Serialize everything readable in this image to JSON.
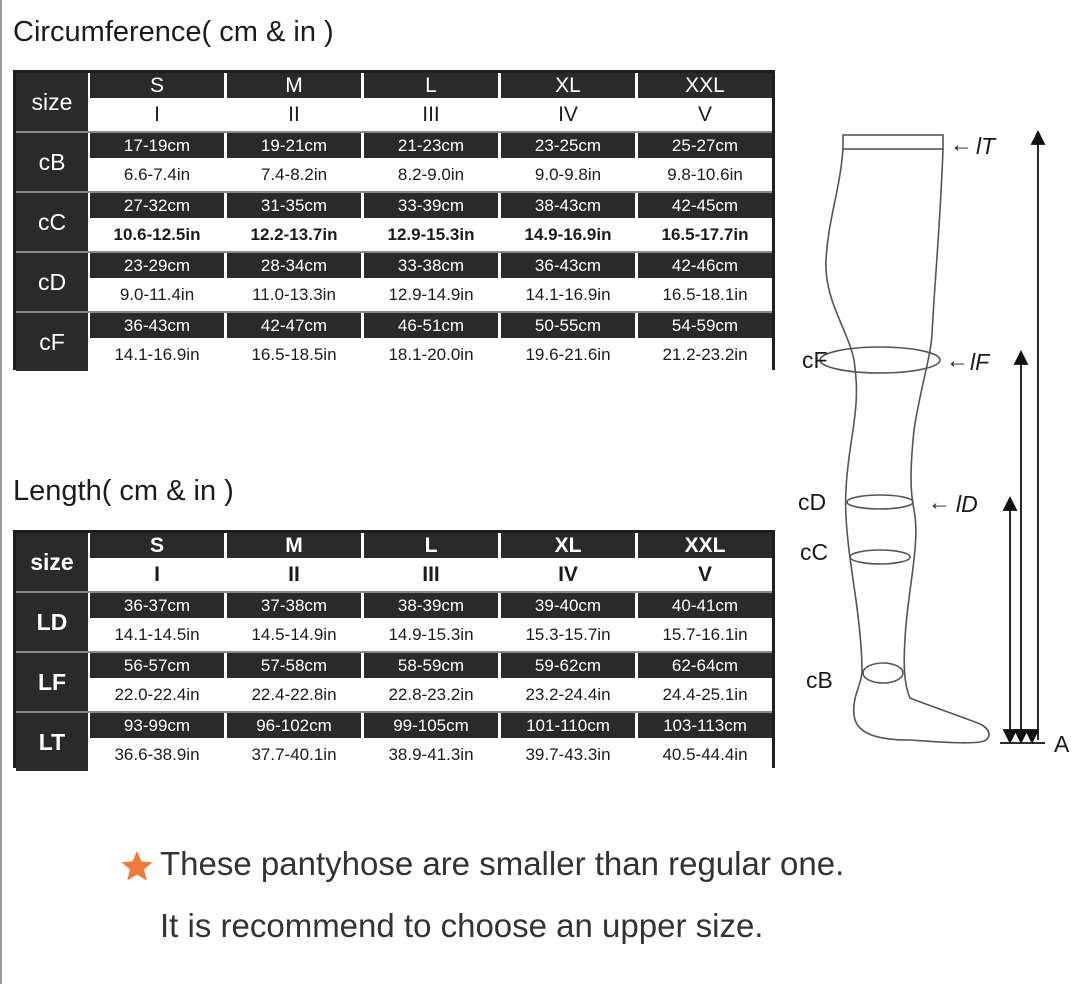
{
  "circumference": {
    "title": "Circumference( cm & in )",
    "size_label": "size",
    "sizes": [
      "S",
      "M",
      "L",
      "XL",
      "XXL"
    ],
    "roman": [
      "I",
      "II",
      "III",
      "IV",
      "V"
    ],
    "rows": [
      {
        "label": "cB",
        "cm": [
          "17-19cm",
          "19-21cm",
          "21-23cm",
          "23-25cm",
          "25-27cm"
        ],
        "in": [
          "6.6-7.4in",
          "7.4-8.2in",
          "8.2-9.0in",
          "9.0-9.8in",
          "9.8-10.6in"
        ]
      },
      {
        "label": "cC",
        "cm": [
          "27-32cm",
          "31-35cm",
          "33-39cm",
          "38-43cm",
          "42-45cm"
        ],
        "in": [
          "10.6-12.5in",
          "12.2-13.7in",
          "12.9-15.3in",
          "14.9-16.9in",
          "16.5-17.7in"
        ]
      },
      {
        "label": "cD",
        "cm": [
          "23-29cm",
          "28-34cm",
          "33-38cm",
          "36-43cm",
          "42-46cm"
        ],
        "in": [
          "9.0-11.4in",
          "11.0-13.3in",
          "12.9-14.9in",
          "14.1-16.9in",
          "16.5-18.1in"
        ]
      },
      {
        "label": "cF",
        "cm": [
          "36-43cm",
          "42-47cm",
          "46-51cm",
          "50-55cm",
          "54-59cm"
        ],
        "in": [
          "14.1-16.9in",
          "16.5-18.5in",
          "18.1-20.0in",
          "19.6-21.6in",
          "21.2-23.2in"
        ]
      }
    ]
  },
  "length": {
    "title": "Length( cm & in )",
    "size_label": "size",
    "sizes": [
      "S",
      "M",
      "L",
      "XL",
      "XXL"
    ],
    "roman": [
      "I",
      "II",
      "III",
      "IV",
      "V"
    ],
    "rows": [
      {
        "label": "LD",
        "cm": [
          "36-37cm",
          "37-38cm",
          "38-39cm",
          "39-40cm",
          "40-41cm"
        ],
        "in": [
          "14.1-14.5in",
          "14.5-14.9in",
          "14.9-15.3in",
          "15.3-15.7in",
          "15.7-16.1in"
        ]
      },
      {
        "label": "LF",
        "cm": [
          "56-57cm",
          "57-58cm",
          "58-59cm",
          "59-62cm",
          "62-64cm"
        ],
        "in": [
          "22.0-22.4in",
          "22.4-22.8in",
          "22.8-23.2in",
          "23.2-24.4in",
          "24.4-25.1in"
        ]
      },
      {
        "label": "LT",
        "cm": [
          "93-99cm",
          "96-102cm",
          "99-105cm",
          "101-110cm",
          "103-113cm"
        ],
        "in": [
          "36.6-38.9in",
          "37.7-40.1in",
          "38.9-41.3in",
          "39.7-43.3in",
          "40.5-44.4in"
        ]
      }
    ]
  },
  "diagram": {
    "labels": {
      "lT": "lT",
      "lF": "lF",
      "lD": "lD",
      "cF": "cF",
      "cD": "cD",
      "cC": "cC",
      "cB": "cB",
      "A": "A"
    },
    "arrow_glyph": "←"
  },
  "note": {
    "line1": "These pantyhose are smaller than regular one.",
    "line2": "It is recommend to choose an upper size.",
    "icon": "star-icon",
    "star_color": "#f07a3a"
  }
}
